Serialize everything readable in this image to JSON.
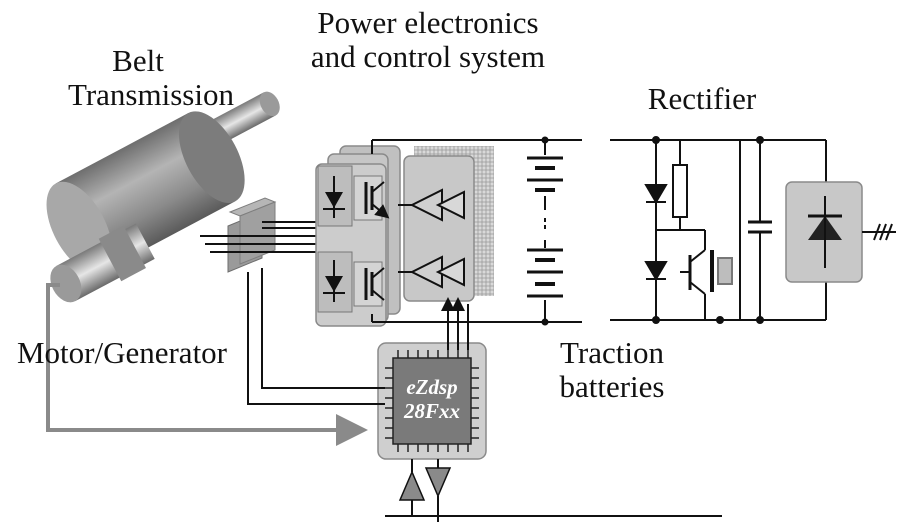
{
  "labels": {
    "belt_line1": "Belt",
    "belt_line2": "Transmission",
    "power_line1": "Power electronics",
    "power_line2": "and control system",
    "rectifier": "Rectifier",
    "motor": "Motor/Generator",
    "traction_line1": "Traction",
    "traction_line2": "batteries"
  },
  "chip": {
    "line1": "eZdsp",
    "line2": "28Fxx"
  },
  "colors": {
    "line": "#111111",
    "box_fill": "#c8c8c8",
    "box_stroke": "#8a8a8a",
    "chip_fill": "#7a7a7a",
    "motor_fill": "#8c8c8c",
    "feedback_line": "#8a8a8a"
  }
}
